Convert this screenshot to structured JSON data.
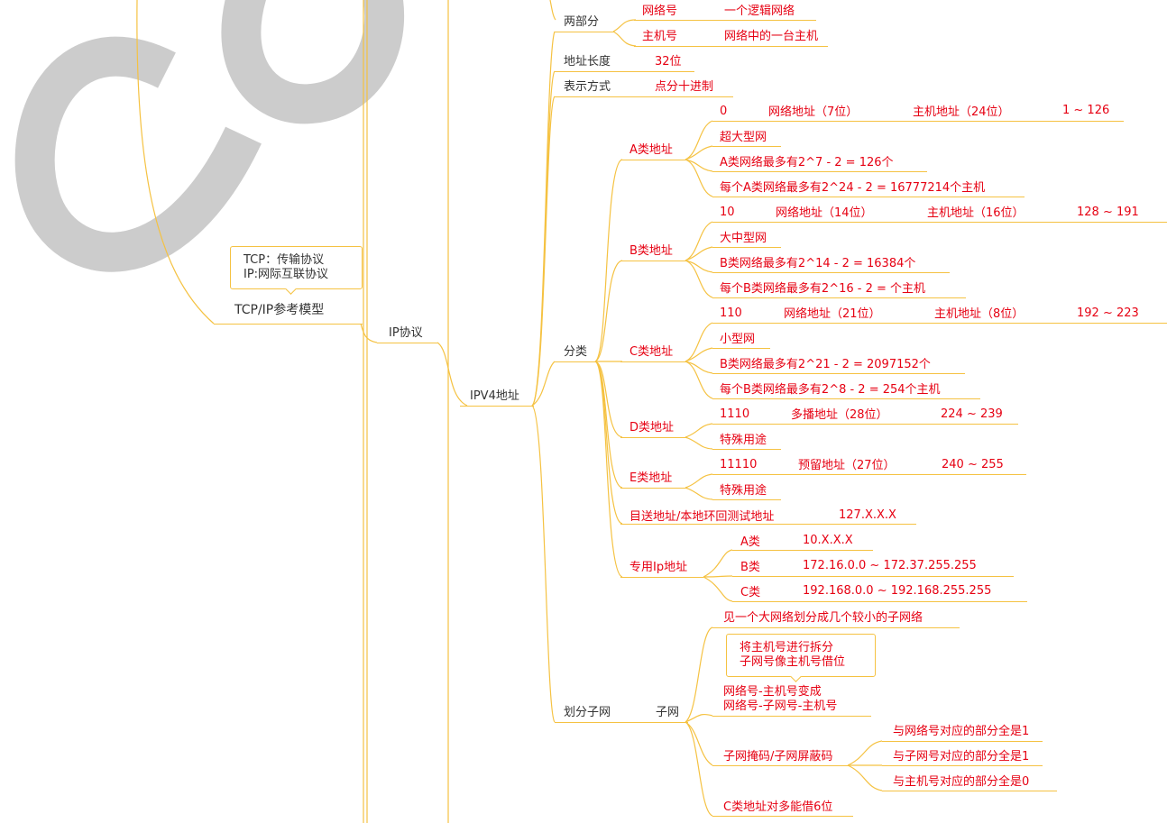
{
  "tcp_callout": {
    "line1": "TCP：传输协议",
    "line2": "IP:网际互联协议"
  },
  "tcpip_model": "TCP/IP参考模型",
  "ip_protocol": "IP协议",
  "ipv4": "IPV4地址",
  "two_parts": {
    "label": "两部分",
    "network_no": {
      "label": "网络号",
      "desc": "一个逻辑网络"
    },
    "host_no": {
      "label": "主机号",
      "desc": "网络中的一台主机"
    }
  },
  "addr_length": {
    "label": "地址长度",
    "value": "32位"
  },
  "notation": {
    "label": "表示方式",
    "value": "点分十进制"
  },
  "classification": {
    "label": "分类",
    "class_a": {
      "label": "A类地址",
      "prefix": "0",
      "net": "网络地址（7位）",
      "host": "主机地址（24位）",
      "range": "1 ~ 126",
      "scale": "超大型网",
      "max_nets": "A类网络最多有2^7 - 2 = 126个",
      "max_hosts": "每个A类网络最多有2^24 - 2 = 16777214个主机"
    },
    "class_b": {
      "label": "B类地址",
      "prefix": "10",
      "net": "网络地址（14位）",
      "host": "主机地址（16位）",
      "range": "128 ~ 191",
      "scale": "大中型网",
      "max_nets": "B类网络最多有2^14 - 2 = 16384个",
      "max_hosts": "每个B类网络最多有2^16 - 2 = 个主机"
    },
    "class_c": {
      "label": "C类地址",
      "prefix": "110",
      "net": "网络地址（21位）",
      "host": "主机地址（8位）",
      "range": "192 ~ 223",
      "scale": "小型网",
      "max_nets": "B类网络最多有2^21 - 2 = 2097152个",
      "max_hosts": "每个B类网络最多有2^8 - 2 = 254个主机"
    },
    "class_d": {
      "label": "D类地址",
      "prefix": "1110",
      "desc": "多播地址（28位）",
      "range": "224 ~ 239",
      "use": "特殊用途"
    },
    "class_e": {
      "label": "E类地址",
      "prefix": "11110",
      "desc": "预留地址（27位）",
      "range": "240 ~ 255",
      "use": "特殊用途"
    },
    "loopback": {
      "label": "目送地址/本地环回测试地址",
      "value": "127.X.X.X"
    },
    "private_ip": {
      "label": "专用Ip地址",
      "a": {
        "label": "A类",
        "value": "10.X.X.X"
      },
      "b": {
        "label": "B类",
        "value": "172.16.0.0 ~ 172.37.255.255"
      },
      "c": {
        "label": "C类",
        "value": "192.168.0.0 ~ 192.168.255.255"
      }
    }
  },
  "subnetting": {
    "label": "划分子网",
    "subnet": "子网",
    "desc": "见一个大网络划分成几个较小的子网络",
    "callout": {
      "line1": "将主机号进行拆分",
      "line2": "子网号像主机号借位"
    },
    "change": {
      "line1": "网络号-主机号变成",
      "line2": "网络号-子网号-主机号"
    },
    "mask": {
      "label": "子网掩码/子网屏蔽码",
      "net_part": "与网络号对应的部分全是1",
      "subnet_part": "与子网号对应的部分全是1",
      "host_part": "与主机号对应的部分全是0"
    },
    "c_borrow": "C类地址对多能借6位"
  }
}
